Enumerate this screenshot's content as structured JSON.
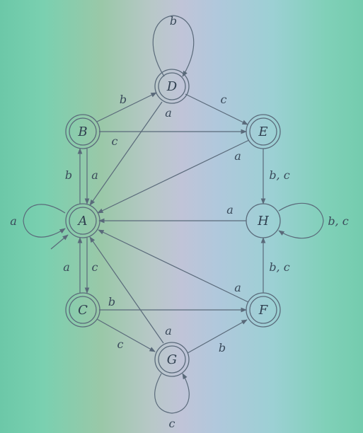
{
  "nodes": {
    "A": "A",
    "B": "B",
    "C": "C",
    "D": "D",
    "E": "E",
    "F": "F",
    "G": "G",
    "H": "H"
  },
  "labels": {
    "d_loop": "b",
    "b_to_d": "b",
    "d_to_e": "c",
    "d_to_a": "a",
    "b_to_e": "c",
    "e_to_a": "a",
    "b_to_a": "a",
    "a_to_b": "b",
    "a_loop": "a",
    "e_to_h": "b, c",
    "h_to_a": "a",
    "h_loop": "b, c",
    "a_to_c": "c",
    "c_to_a": "a",
    "f_to_h": "b, c",
    "f_to_a": "a",
    "c_to_f": "b",
    "g_to_a": "a",
    "c_to_g": "c",
    "g_to_f": "b",
    "g_loop": "c"
  }
}
